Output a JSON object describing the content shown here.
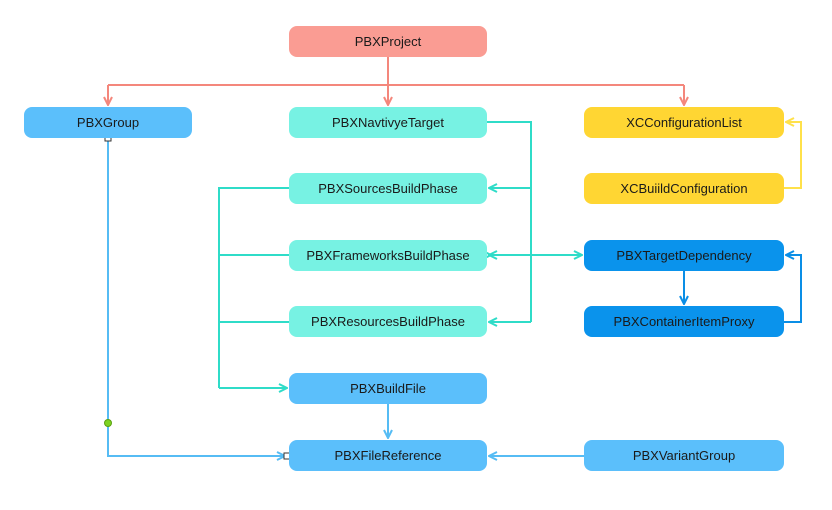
{
  "diagram": {
    "nodes": {
      "project": {
        "label": "PBXProject",
        "color": "#FA9C93"
      },
      "group": {
        "label": "PBXGroup",
        "color": "#5BBFFB"
      },
      "target": {
        "label": "PBXNavtivyeTarget",
        "color": "#77F2E3"
      },
      "cfglist": {
        "label": "XCConfigurationList",
        "color": "#FFD633"
      },
      "buildcfg": {
        "label": "XCBuiildConfiguration",
        "color": "#FFD633"
      },
      "sources": {
        "label": "PBXSourcesBuildPhase",
        "color": "#77F2E3"
      },
      "frameworks": {
        "label": "PBXFrameworksBuildPhase",
        "color": "#77F2E3"
      },
      "targetdep": {
        "label": "PBXTargetDependency",
        "color": "#0A93EC"
      },
      "resources": {
        "label": "PBXResourcesBuildPhase",
        "color": "#77F2E3"
      },
      "proxy": {
        "label": "PBXContainerItemProxy",
        "color": "#0A93EC"
      },
      "buildfile": {
        "label": "PBXBuildFile",
        "color": "#5BBFFB"
      },
      "fileref": {
        "label": "PBXFileReference",
        "color": "#5BBFFB"
      },
      "variant": {
        "label": "PBXVariantGroup",
        "color": "#5BBFFB"
      }
    },
    "edge_colors": {
      "project": "#F4877C",
      "target": "#2FDCC8",
      "config": "#FFE14A",
      "dependency": "#0A8EE6",
      "file": "#56BCF4"
    }
  }
}
